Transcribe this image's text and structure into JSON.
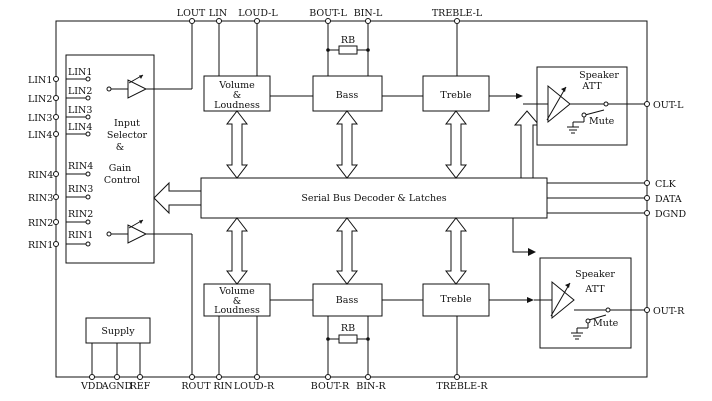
{
  "top_pins": {
    "lout": "LOUT",
    "lin": "LIN",
    "loud_l": "LOUD-L",
    "bout_l": "BOUT-L",
    "bin_l": "BIN-L",
    "treble_l": "TREBLE-L"
  },
  "bottom_pins": {
    "vdd": "VDD",
    "agnd": "AGND",
    "ref": "REF",
    "rout": "ROUT",
    "rin": "RIN",
    "loud_r": "LOUD-R",
    "bout_r": "BOUT-R",
    "bin_r": "BIN-R",
    "treble_r": "TREBLE-R"
  },
  "left_pins": [
    "LIN1",
    "LIN2",
    "LIN3",
    "LIN4",
    "RIN4",
    "RIN3",
    "RIN2",
    "RIN1"
  ],
  "right_pins": {
    "out_l": "OUT-L",
    "clk": "CLK",
    "data": "DATA",
    "dgnd": "DGND",
    "out_r": "OUT-R"
  },
  "input_selector": {
    "inner_labels": [
      "LIN1",
      "LIN2",
      "LIN3",
      "LIN4",
      "RIN4",
      "RIN3",
      "RIN2",
      "RIN1"
    ],
    "title": [
      "Input",
      "Selector",
      "&",
      "Gain",
      "Control"
    ]
  },
  "blocks": {
    "volume_l": [
      "Volume",
      "&",
      "Loudness"
    ],
    "volume_r": [
      "Volume",
      "&",
      "Loudness"
    ],
    "bass_l": "Bass",
    "bass_r": "Bass",
    "treble_l": "Treble",
    "treble_r": "Treble",
    "rb_l": "RB",
    "rb_r": "RB",
    "decoder": "Serial Bus Decoder & Latches",
    "supply": "Supply"
  },
  "speaker_l": {
    "title": "Speaker",
    "att": "ATT",
    "mute": "Mute"
  },
  "speaker_r": {
    "title": "Speaker",
    "att": "ATT",
    "mute": "Mute"
  }
}
